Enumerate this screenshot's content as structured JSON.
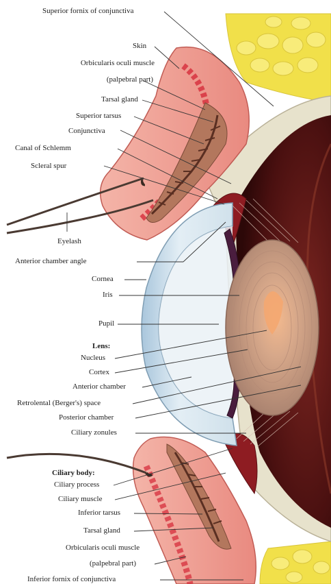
{
  "labels": {
    "superior_fornix": "Superior fornix of conjunctiva",
    "skin": "Skin",
    "orbicularis_top_1": "Orbicularis oculi muscle",
    "orbicularis_top_2": "(palpebral part)",
    "tarsal_gland_top": "Tarsal gland",
    "superior_tarsus": "Superior tarsus",
    "conjunctiva": "Conjunctiva",
    "canal_of_schlemm": "Canal of Schlemm",
    "scleral_spur": "Scleral spur",
    "eyelash": "Eyelash",
    "anterior_chamber_angle": "Anterior chamber angle",
    "cornea": "Cornea",
    "iris": "Iris",
    "pupil": "Pupil",
    "lens_heading": "Lens:",
    "nucleus": "Nucleus",
    "cortex": "Cortex",
    "anterior_chamber": "Anterior chamber",
    "retrolental_space": "Retrolental (Berger's) space",
    "posterior_chamber": "Posterior chamber",
    "ciliary_zonules": "Ciliary zonules",
    "ciliary_body_heading": "Ciliary body:",
    "ciliary_process": "Ciliary process",
    "ciliary_muscle": "Ciliary muscle",
    "inferior_tarsus": "Inferior tarsus",
    "tarsal_gland_bottom": "Tarsal gland",
    "orbicularis_bottom_1": "Orbicularis oculi muscle",
    "orbicularis_bottom_2": "(palpebral part)",
    "inferior_fornix": "Inferior fornix of conjunctiva"
  },
  "colors": {
    "eyelid_tissue": "#f0a49a",
    "eyelid_muscle": "#d9343f",
    "fat": "#f2e24a",
    "sclera": "#e8e4cf",
    "eye_interior": "#5a1414",
    "cornea": "#cfe1ee",
    "lens": "#c9a48e",
    "leader_line": "#333333"
  }
}
